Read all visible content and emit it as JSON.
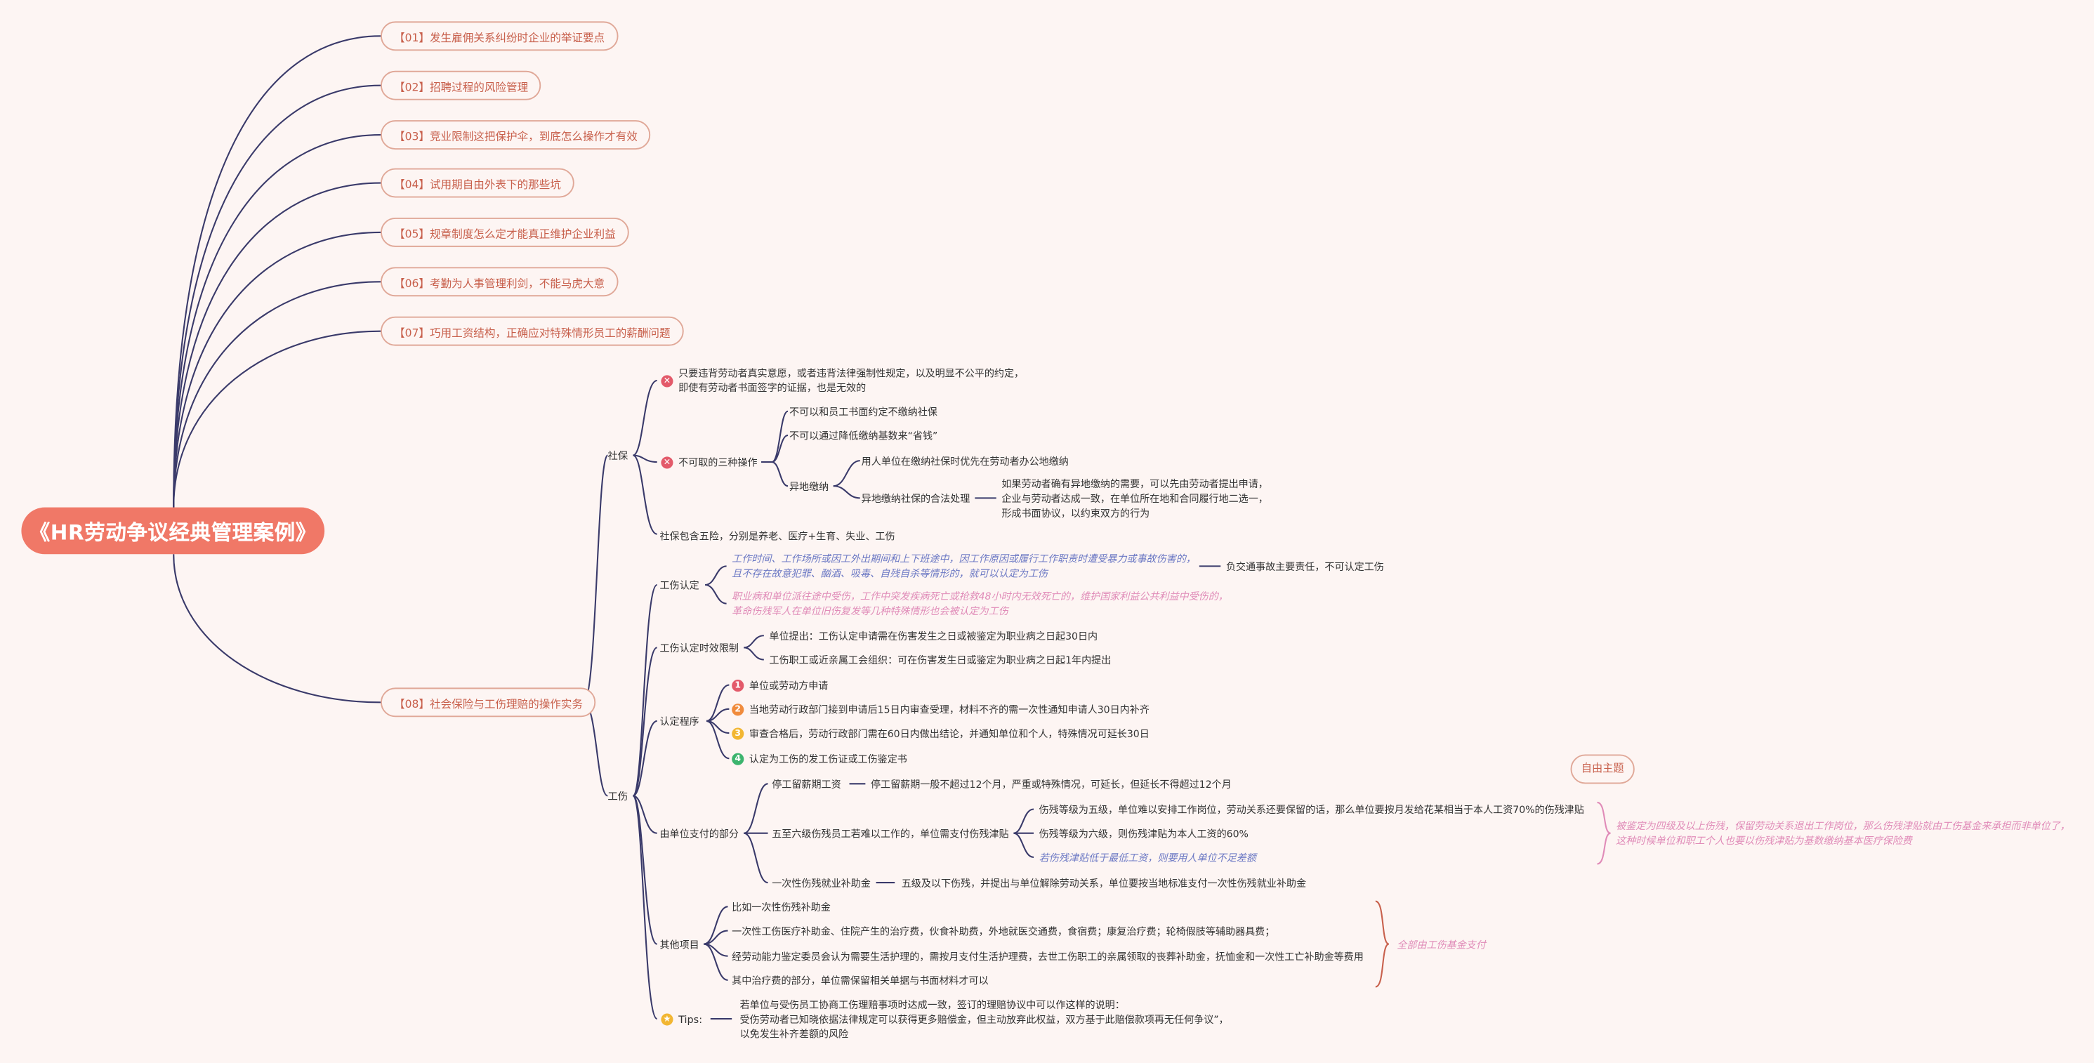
{
  "root": "《HR劳动争议经典管理案例》",
  "topics": [
    "【01】发生雇佣关系纠纷时企业的举证要点",
    "【02】招聘过程的风险管理",
    "【03】竞业限制这把保护伞，到底怎么操作才有效",
    "【04】试用期自由外表下的那些坑",
    "【05】规章制度怎么定才能真正维护企业利益",
    "【06】考勤为人事管理利剑，不能马虎大意",
    "【07】巧用工资结构，正确应对特殊情形员工的薪酬问题",
    "【08】社会保险与工伤理赔的操作实务"
  ],
  "free_topic": "自由主题",
  "shebao": {
    "label": "社保",
    "invalid_line1": "只要违背劳动者真实意愿，或者违背法律强制性规定，以及明显不公平的约定，",
    "invalid_line2": "即使有劳动者书面签字的证据，也是无效的",
    "three_ops": "不可取的三种操作",
    "op1": "不可以和员工书面约定不缴纳社保",
    "op2": "不可以通过降低缴纳基数来“省钱”",
    "op3": "异地缴纳",
    "op3a": "用人单位在缴纳社保时优先在劳动者办公地缴纳",
    "op3b": "异地缴纳社保的合法处理",
    "op3b_line1": "如果劳动者确有异地缴纳的需要，可以先由劳动者提出申请，",
    "op3b_line2": "企业与劳动者达成一致，在单位所在地和合同履行地二选一，",
    "op3b_line3": "形成书面协议，以约束双方的行为",
    "five_types": "社保包含五险，分别是养老、医疗+生育、失业、工伤"
  },
  "gongshang": {
    "label": "工伤",
    "rending": "工伤认定",
    "rending_blue1": "工作时间、工作场所或因工外出期间和上下班途中，因工作原因或履行工作职责时遭受暴力或事故伤害的，",
    "rending_blue2": "且不存在故意犯罪、酗酒、吸毒、自残自杀等情形的，就可以认定为工伤",
    "rending_blue_note": "负交通事故主要责任，不可认定工伤",
    "rending_pink1": "职业病和单位派往途中受伤，工作中突发疾病死亡或抢救48小时内无效死亡的，维护国家利益公共利益中受伤的，",
    "rending_pink2": "革命伤残军人在单位旧伤复发等几种特殊情形也会被认定为工伤",
    "time_limit": "工伤认定时效限制",
    "time1": "单位提出：工伤认定申请需在伤害发生之日或被鉴定为职业病之日起30日内",
    "time2": "工伤职工或近亲属工会组织：可在伤害发生日或鉴定为职业病之日起1年内提出",
    "procedure": "认定程序",
    "steps": [
      "单位或劳动方申请",
      "当地劳动行政部门接到申请后15日内审查受理，材料不齐的需一次性通知申请人30日内补齐",
      "审查合格后，劳动行政部门需在60日内做出结论，并通知单位和个人，特殊情况可延长30日",
      "认定为工伤的发工伤证或工伤鉴定书"
    ],
    "unit_pay": "由单位支付的部分",
    "stop_pay": "停工留薪期工资",
    "stop_pay_note": "停工留薪期一般不超过12个月，严重或特殊情况，可延长，但延长不得超过12个月",
    "disability": "五至六级伤残员工若难以工作的，单位需支付伤残津贴",
    "dis1": "伤残等级为五级，单位难以安排工作岗位，劳动关系还要保留的话，那么单位要按月发给花某相当于本人工资70%的伤残津贴",
    "dis2": "伤残等级为六级，则伤残津贴为本人工资的60%",
    "dis3": "若伤残津贴低于最低工资，则要用人单位不足差额",
    "dis_pink1": "被鉴定为四级及以上伤残，保留劳动关系退出工作岗位，那么伤残津贴就由工伤基金来承担而非单位了，",
    "dis_pink2": "这种时候单位和职工个人也要以伤残津贴为基数缴纳基本医疗保险费",
    "lump": "一次性伤残就业补助金",
    "lump_note": "五级及以下伤残，并提出与单位解除劳动关系，单位要按当地标准支付一次性伤残就业补助金",
    "other": "其他项目",
    "other1": "比如一次性伤残补助金",
    "other2": "一次性工伤医疗补助金、住院产生的治疗费，伙食补助费，外地就医交通费，食宿费；康复治疗费；轮椅假肢等辅助器具费；",
    "other3": "经劳动能力鉴定委员会认为需要生活护理的，需按月支付生活护理费，去世工伤职工的亲属领取的丧葬补助金，抚恤金和一次性工亡补助金等费用",
    "other4": "其中治疗费的部分，单位需保留相关单据与书面材料才可以",
    "other_note": "全部由工伤基金支付",
    "tips": "Tips:",
    "tips1": "若单位与受伤员工协商工伤理赔事项时达成一致，签订的理赔协议中可以作这样的说明：",
    "tips2": "受伤劳动者已知晓依据法律规定可以获得更多赔偿金，但主动放弃此权益，双方基于此赔偿款项再无任何争议”，",
    "tips3": "以免发生补齐差额的风险"
  },
  "colors": {
    "root": "#f07867",
    "topic_border": "#e0a898",
    "branch": "#3a3a6a",
    "blue": "#6b78c4",
    "pink": "#e08bb8"
  },
  "markers": {
    "x": "✕",
    "star": "★",
    "n1": "1",
    "n2": "2",
    "n3": "3",
    "n4": "4"
  }
}
